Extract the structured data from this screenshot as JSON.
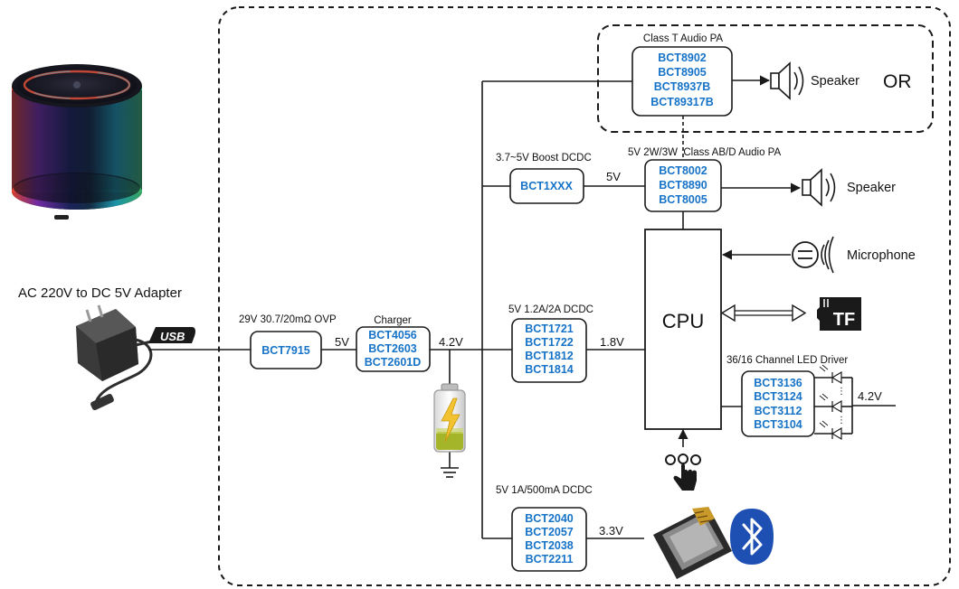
{
  "colors": {
    "part_number": "#1673c7",
    "line": "#1a1a1a",
    "bluetooth": "#1e4fb3",
    "battery_charge": "#a4b52a",
    "lightning": "#f2c230"
  },
  "adapter": {
    "label": "AC 220V to DC 5V Adapter",
    "usb_label": "USB",
    "icon": "wall-adapter-icon"
  },
  "product": {
    "icon": "bluetooth-speaker-icon"
  },
  "ovp": {
    "title": "29V 30.7/20mΩ OVP",
    "parts": [
      "BCT7915"
    ],
    "output": "5V"
  },
  "charger": {
    "title": "Charger",
    "parts": [
      "BCT4056",
      "BCT2603",
      "BCT2601D"
    ],
    "output": "4.2V"
  },
  "battery": {
    "icon": "battery-icon"
  },
  "boost": {
    "title": "3.7~5V Boost DCDC",
    "parts": [
      "BCT1XXX"
    ],
    "output": "5V"
  },
  "dcdc_core": {
    "title": "5V 1.2A/2A DCDC",
    "parts": [
      "BCT1721",
      "BCT1722",
      "BCT1812",
      "BCT1814"
    ],
    "output": "1.8V"
  },
  "dcdc_bt": {
    "title": "5V 1A/500mA DCDC",
    "parts": [
      "BCT2040",
      "BCT2057",
      "BCT2038",
      "BCT2211"
    ],
    "output": "3.3V"
  },
  "class_t": {
    "title": "Class T Audio PA",
    "parts": [
      "BCT8902",
      "BCT8905",
      "BCT8937B",
      "BCT89317B"
    ],
    "speaker": "Speaker",
    "or_label": "OR"
  },
  "class_abd": {
    "title": "5V 2W/3W  Class AB/D Audio PA",
    "parts": [
      "BCT8002",
      "BCT8890",
      "BCT8005"
    ],
    "speaker": "Speaker"
  },
  "cpu": {
    "label": "CPU"
  },
  "microphone": {
    "label": "Microphone"
  },
  "tf": {
    "label": "TF"
  },
  "led": {
    "title": "36/16 Channel LED Driver",
    "parts": [
      "BCT3136",
      "BCT3124",
      "BCT3112",
      "BCT3104"
    ],
    "supply": "4.2V"
  },
  "button": {
    "icon": "touch-button-icon"
  },
  "bt_module": {
    "icon": "bluetooth-module-icon",
    "logo": "bluetooth-icon"
  }
}
